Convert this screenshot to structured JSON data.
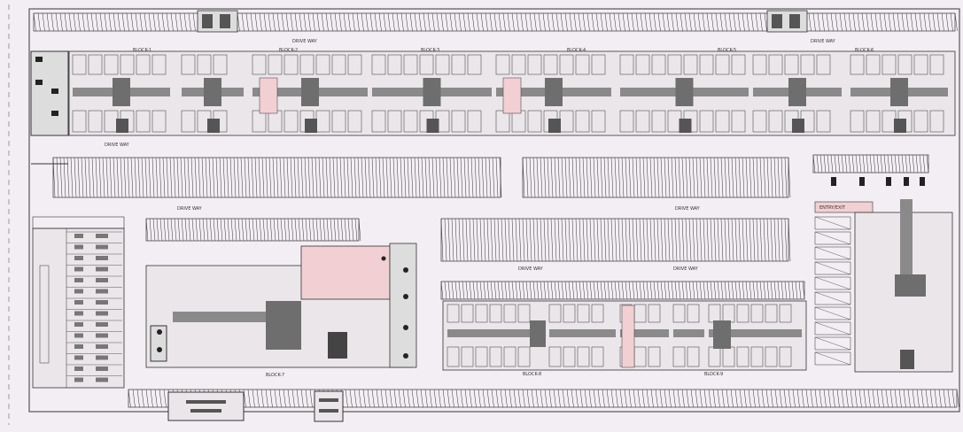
{
  "colors": {
    "background": "#f3eef3",
    "line": "#333333",
    "wall": "#8a8a8a",
    "core": "#6e6e6e",
    "highlight": "#f2cfd2",
    "block_fill": "#ebe6ea"
  },
  "labels": {
    "road_top": "DRIVE WAY",
    "road_mid": "DRIVE WAY",
    "road_left": "DRIVE WAY",
    "road_center": "DRIVE WAY",
    "road_right": "DRIVE WAY",
    "road_lower_a": "DRIVE WAY",
    "road_lower_b": "DRIVE WAY",
    "block_top": [
      "BLOCK-1",
      "BLOCK-2",
      "BLOCK-3",
      "BLOCK-4",
      "BLOCK-5",
      "BLOCK-6"
    ],
    "block_bottom": [
      "BLOCK-7",
      "BLOCK-8",
      "BLOCK-9"
    ],
    "entry_label": "ENTRY/EXIT"
  },
  "parking_strips": [
    {
      "name": "top-edge"
    },
    {
      "name": "mid-left"
    },
    {
      "name": "mid-right"
    },
    {
      "name": "right-cluster"
    },
    {
      "name": "lower-left"
    },
    {
      "name": "lower-center"
    },
    {
      "name": "lower-center-2"
    },
    {
      "name": "bottom-edge"
    }
  ]
}
